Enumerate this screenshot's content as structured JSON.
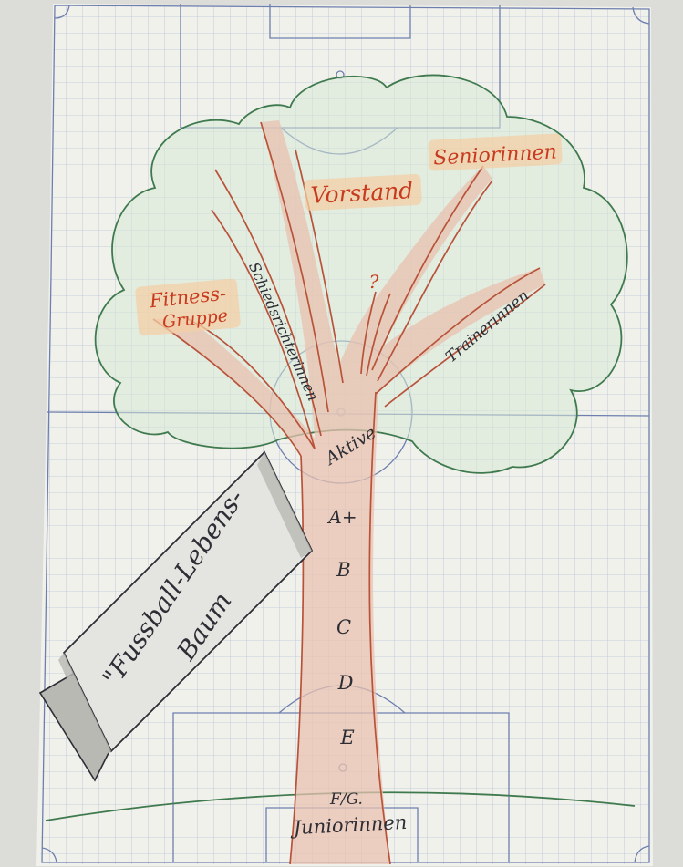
{
  "title": "\"Fussball-Lebens-Baum",
  "title_lines": [
    "\"Fussball-Lebens-",
    "Baum"
  ],
  "branches": {
    "vorstand": "Vorstand",
    "seniorinnen": "Seniorinnen",
    "fitness_line1": "Fitness-",
    "fitness_line2": "Gruppe",
    "schiedsrichterinnen": "Schiedsrichterinnen",
    "question": "?",
    "trainerinnen": "Trainerinnen"
  },
  "trunk_levels": [
    "Aktive",
    "A+",
    "B",
    "C",
    "D",
    "E",
    "F/G."
  ],
  "roots_label": "Juniorinnen",
  "colors": {
    "paper": "#f1f1ec",
    "grid": "#b6c3d8",
    "field_line": "#6e7fae",
    "crown": "#3f7a4e",
    "crown_fill": "#d6e8d5",
    "trunk": "#b8533a",
    "trunk_fill": "#e8c2b0",
    "highlight": "#f3cfa6",
    "text_red": "#c83a1e",
    "ink": "#2d2d35",
    "banner_shade": "#b9b9b4"
  }
}
